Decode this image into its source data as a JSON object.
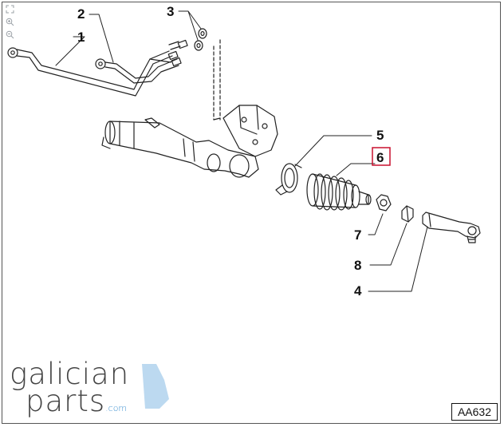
{
  "diagram": {
    "callouts": [
      {
        "id": "1",
        "label": "1",
        "highlighted": false
      },
      {
        "id": "2",
        "label": "2",
        "highlighted": false
      },
      {
        "id": "3",
        "label": "3",
        "highlighted": false
      },
      {
        "id": "5",
        "label": "5",
        "highlighted": false
      },
      {
        "id": "6",
        "label": "6",
        "highlighted": true
      },
      {
        "id": "7",
        "label": "7",
        "highlighted": false
      },
      {
        "id": "8",
        "label": "8",
        "highlighted": false
      },
      {
        "id": "4",
        "label": "4",
        "highlighted": false
      }
    ],
    "reference_code": "AA632"
  },
  "brand": {
    "line1": "galician",
    "line2": "parts",
    "tld": ".com",
    "accent_color": "#bcd9f0"
  },
  "toolbar": {
    "icons": [
      "fit-icon",
      "zoom-in-icon",
      "zoom-out-icon"
    ]
  },
  "colors": {
    "highlight": "#c8102e",
    "line": "#222222"
  }
}
